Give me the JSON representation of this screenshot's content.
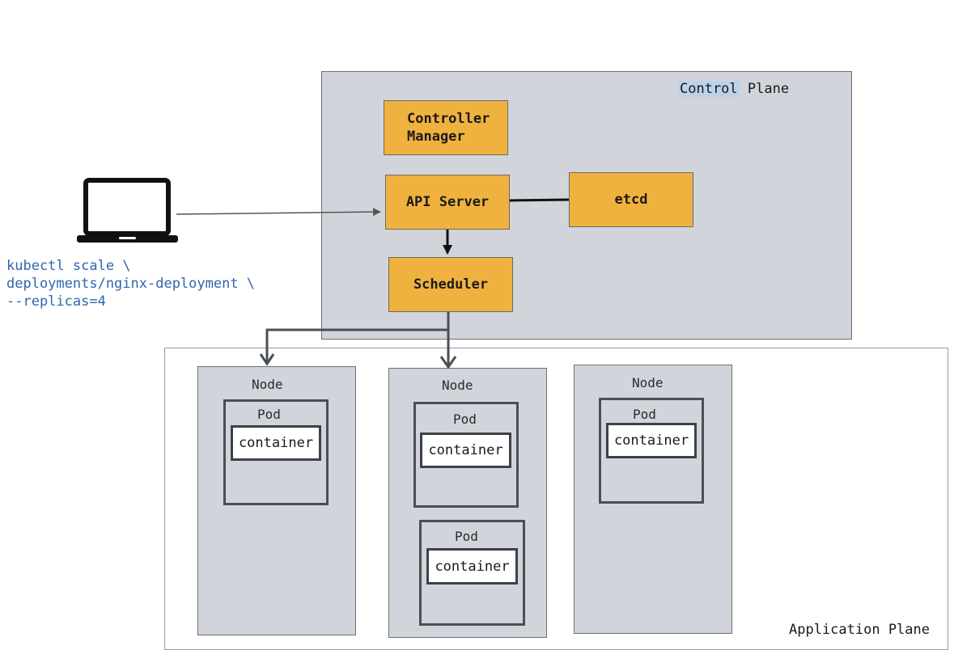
{
  "control_plane": {
    "title_highlight": "Control",
    "title_rest": " Plane",
    "components": {
      "controller_manager": "Controller\nManager",
      "api_server": "API Server",
      "etcd": "etcd",
      "scheduler": "Scheduler"
    }
  },
  "application_plane": {
    "title": "Application Plane",
    "nodes": [
      {
        "label": "Node",
        "pods": [
          {
            "label": "Pod",
            "container": "container"
          }
        ]
      },
      {
        "label": "Node",
        "pods": [
          {
            "label": "Pod",
            "container": "container"
          },
          {
            "label": "Pod",
            "container": "container"
          }
        ]
      },
      {
        "label": "Node",
        "pods": [
          {
            "label": "Pod",
            "container": "container"
          }
        ]
      }
    ]
  },
  "client": {
    "icon": "laptop-icon",
    "command": "kubectl scale \\\ndeployments/nginx-deployment \\\n--replicas=4"
  },
  "colors": {
    "component": "#f0b23e",
    "plane_background": "#d1d5db",
    "command_text": "#2f66ad",
    "highlight": "#bcd2ea"
  }
}
